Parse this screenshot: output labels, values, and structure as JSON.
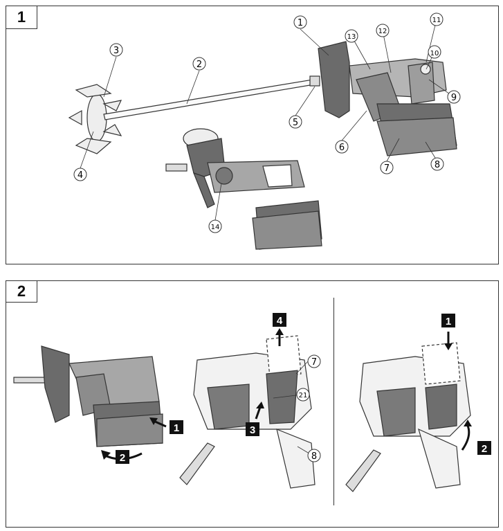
{
  "figure1": {
    "tab_label": "1",
    "callouts": [
      "1",
      "2",
      "3",
      "4",
      "5",
      "6",
      "7",
      "8",
      "9",
      "10",
      "11",
      "12",
      "13",
      "14"
    ]
  },
  "figure2": {
    "tab_label": "2",
    "left_steps": [
      "1",
      "2"
    ],
    "middle_steps": [
      "4",
      "3"
    ],
    "middle_callouts": [
      "7",
      "21",
      "8"
    ],
    "right_steps": [
      "1",
      "2"
    ]
  },
  "colors": {
    "stroke": "#333333",
    "tool_fill": "#9a9a9a",
    "tool_dark": "#5c5c5c",
    "step_fill": "#111111"
  }
}
